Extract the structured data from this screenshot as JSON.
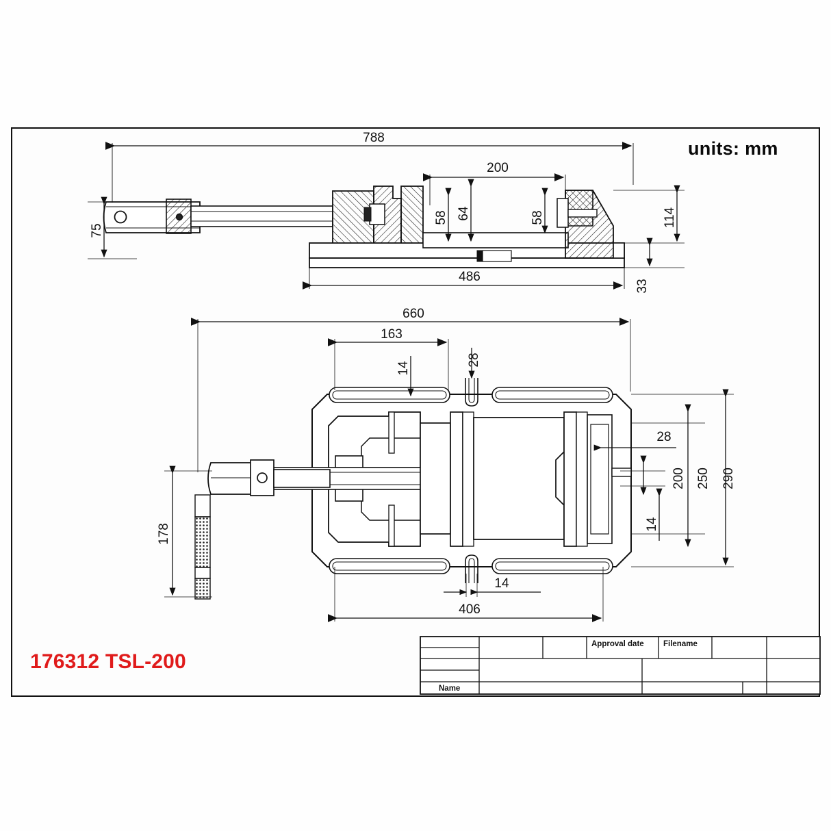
{
  "sheet": {
    "units_label": "units: mm",
    "part_number": "176312 TSL-200",
    "accent_color": "#e01b1b",
    "line_color": "#111111",
    "background": "#fefefe"
  },
  "title_block": {
    "approval_date_label": "Approval date",
    "filename_label": "Filename",
    "name_label": "Name"
  },
  "views": [
    {
      "id": "side-elevation",
      "name": "Side elevation section view"
    },
    {
      "id": "plan-view",
      "name": "Plan view"
    }
  ],
  "dimensions": {
    "side_view": [
      {
        "id": "overall-length",
        "value": "788",
        "orientation": "horizontal"
      },
      {
        "id": "jaw-opening",
        "value": "200",
        "orientation": "horizontal"
      },
      {
        "id": "jaw-depth-left",
        "value": "58",
        "orientation": "vertical"
      },
      {
        "id": "jaw-height",
        "value": "64",
        "orientation": "vertical"
      },
      {
        "id": "jaw-depth-right",
        "value": "58",
        "orientation": "vertical"
      },
      {
        "id": "body-height",
        "value": "114",
        "orientation": "vertical"
      },
      {
        "id": "base-height",
        "value": "33",
        "orientation": "vertical"
      },
      {
        "id": "handle-height",
        "value": "75",
        "orientation": "vertical"
      },
      {
        "id": "base-length",
        "value": "486",
        "orientation": "horizontal"
      }
    ],
    "plan_view": [
      {
        "id": "overall-width",
        "value": "660",
        "orientation": "horizontal"
      },
      {
        "id": "slot-offset",
        "value": "163",
        "orientation": "horizontal"
      },
      {
        "id": "slot-width-top",
        "value": "14",
        "orientation": "vertical"
      },
      {
        "id": "center-slot",
        "value": "28",
        "orientation": "vertical"
      },
      {
        "id": "key-slot",
        "value": "28",
        "orientation": "horizontal"
      },
      {
        "id": "jaw-width",
        "value": "200",
        "orientation": "vertical"
      },
      {
        "id": "body-width",
        "value": "250",
        "orientation": "vertical"
      },
      {
        "id": "overall-depth",
        "value": "290",
        "orientation": "vertical"
      },
      {
        "id": "slot-width-right",
        "value": "14",
        "orientation": "vertical"
      },
      {
        "id": "handle-travel",
        "value": "178",
        "orientation": "vertical"
      },
      {
        "id": "slot-width-bottom",
        "value": "14",
        "orientation": "horizontal"
      },
      {
        "id": "base-width",
        "value": "406",
        "orientation": "horizontal"
      }
    ]
  }
}
